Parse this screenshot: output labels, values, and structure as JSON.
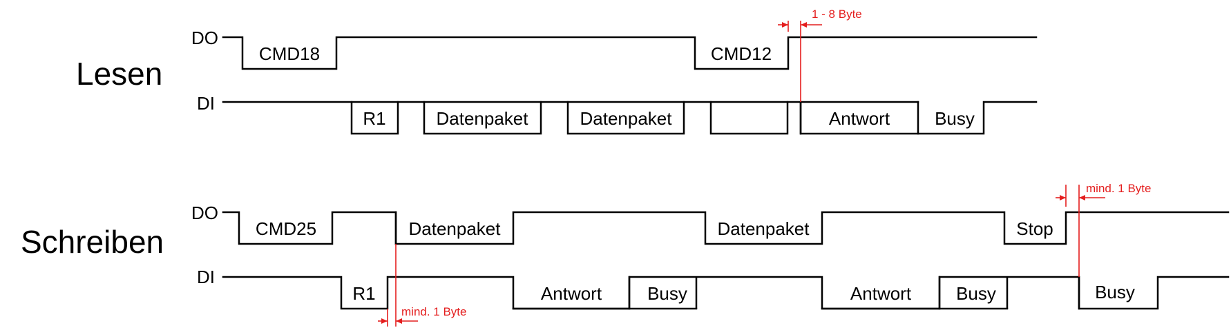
{
  "sections": {
    "lesen": "Lesen",
    "schreiben": "Schreiben"
  },
  "signals": {
    "do": "DO",
    "di": "DI"
  },
  "packets": {
    "cmd18": "CMD18",
    "cmd12": "CMD12",
    "r1": "R1",
    "datenpaket": "Datenpaket",
    "antwort": "Antwort",
    "busy": "Busy",
    "cmd25": "CMD25",
    "stop": "Stop"
  },
  "annotations": {
    "one_to_eight_byte": "1 - 8 Byte",
    "min_one_byte": "mind. 1 Byte"
  },
  "colors": {
    "signal": "#000000",
    "annotation": "#e41e1e"
  }
}
